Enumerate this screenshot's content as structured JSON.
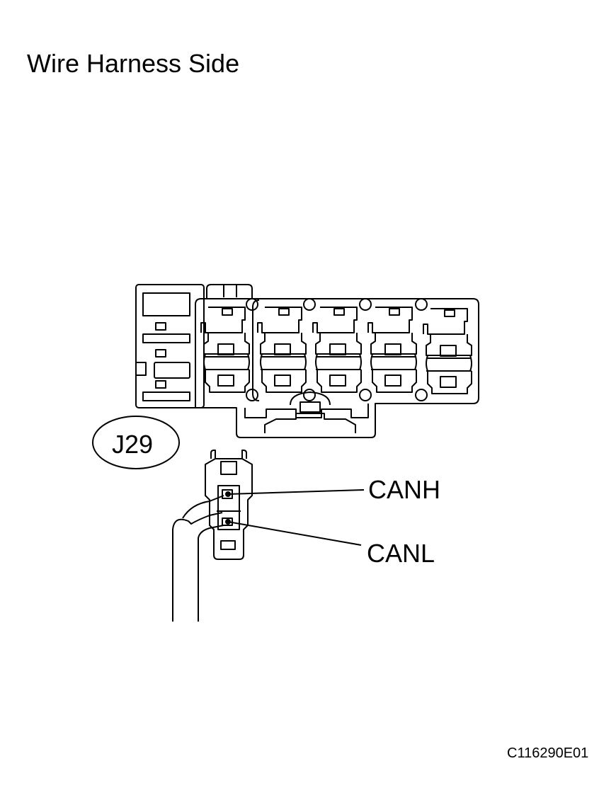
{
  "title": "Wire Harness Side",
  "connector": {
    "label": "J29",
    "pins": [
      {
        "name": "CANH"
      },
      {
        "name": "CANL"
      }
    ]
  },
  "figure_id": "C116290E01"
}
